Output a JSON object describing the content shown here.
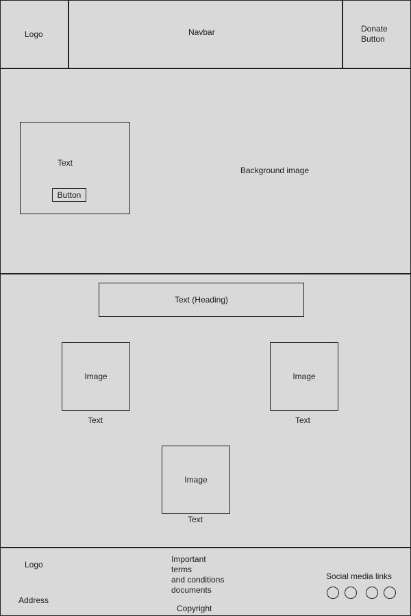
{
  "header": {
    "logo": "Logo",
    "navbar": "Navbar",
    "donate_button": "Donate\nButton"
  },
  "hero": {
    "card_text": "Text",
    "card_button": "Button",
    "background_label": "Background image"
  },
  "features": {
    "heading": "Text (Heading)",
    "items": [
      {
        "image_label": "Image",
        "caption": "Text"
      },
      {
        "image_label": "Image",
        "caption": "Text"
      },
      {
        "image_label": "Image",
        "caption": "Text"
      }
    ]
  },
  "footer": {
    "logo": "Logo",
    "address": "Address",
    "terms": "Important\nterms\nand conditions\ndocuments",
    "copyright": "Copyright",
    "social_label": "Social media links",
    "social_icons": [
      "social-icon-1",
      "social-icon-2",
      "social-icon-3",
      "social-icon-4"
    ]
  }
}
